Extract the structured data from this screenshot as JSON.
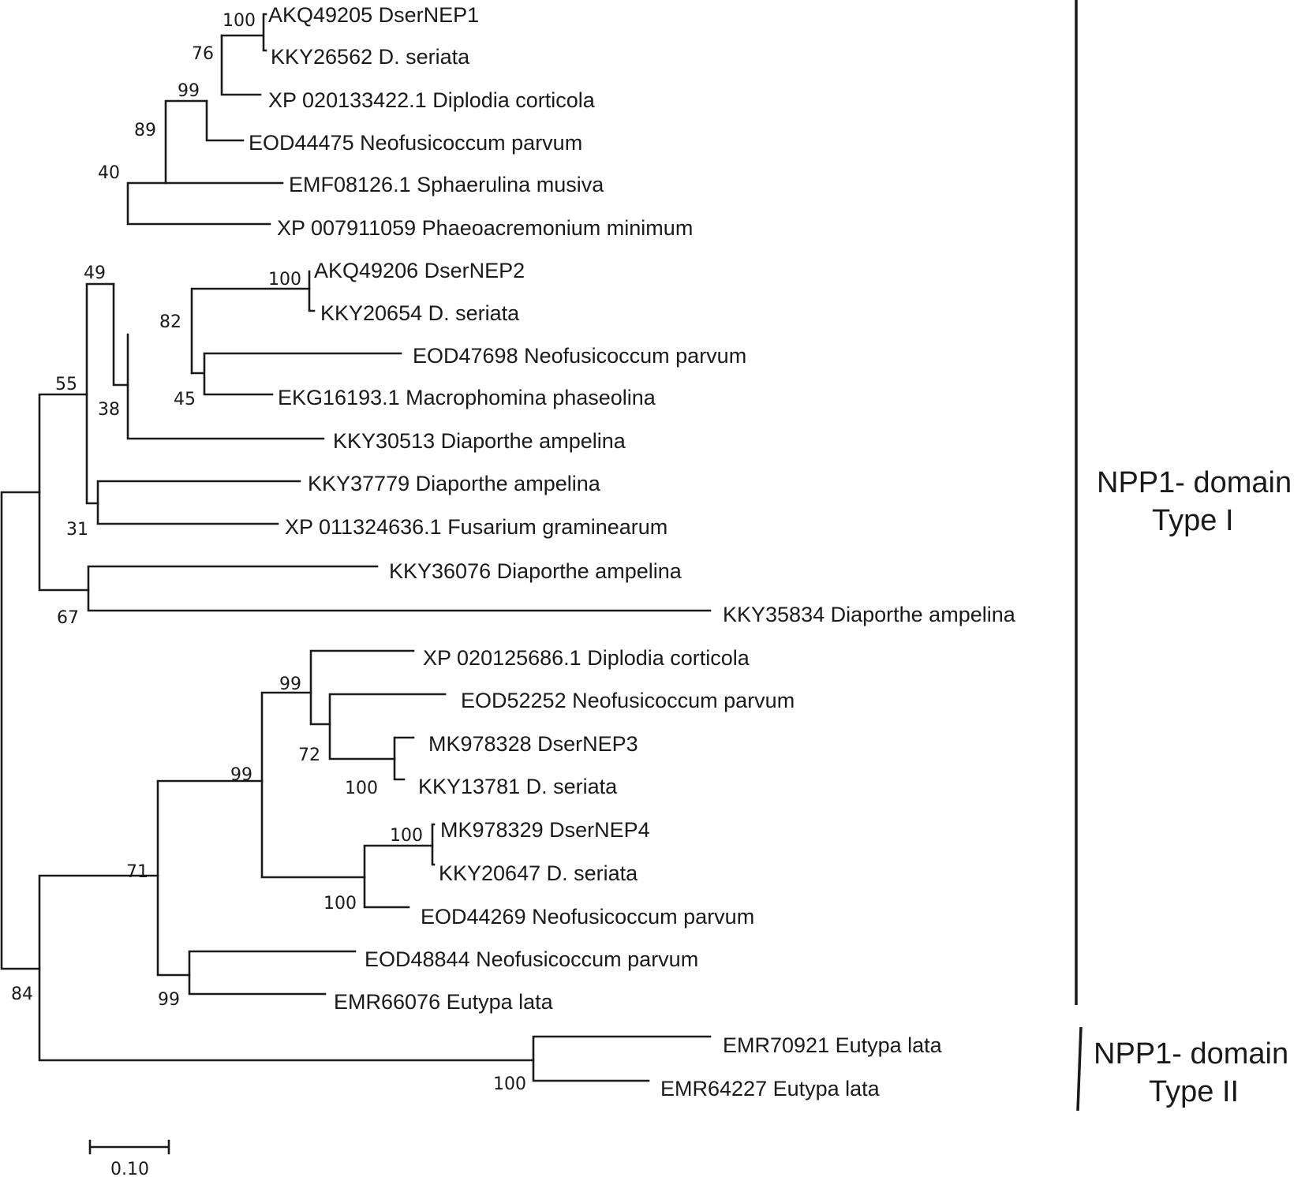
{
  "tree": {
    "taxa": [
      "AKQ49205 DserNEP1",
      "KKY26562 D. seriata",
      "XP 020133422.1 Diplodia corticola",
      "EOD44475 Neofusicoccum parvum",
      "EMF08126.1 Sphaerulina musiva",
      "XP 007911059 Phaeoacremonium minimum",
      "AKQ49206 DserNEP2",
      "KKY20654 D. seriata",
      "EOD47698 Neofusicoccum parvum",
      "EKG16193.1 Macrophomina phaseolina",
      "KKY30513 Diaporthe ampelina",
      "KKY37779 Diaporthe ampelina",
      "XP 011324636.1 Fusarium graminearum",
      "KKY36076 Diaporthe ampelina",
      "KKY35834 Diaporthe ampelina",
      "XP 020125686.1 Diplodia corticola",
      "EOD52252 Neofusicoccum parvum",
      "MK978328 DserNEP3",
      "KKY13781 D. seriata",
      "MK978329 DserNEP4",
      "KKY20647 D. seriata",
      "EOD44269 Neofusicoccum parvum",
      "EOD48844 Neofusicoccum parvum",
      "EMR66076 Eutypa lata",
      "EMR70921 Eutypa lata",
      "EMR64227 Eutypa lata"
    ],
    "bootstrap": [
      "100",
      "76",
      "99",
      "89",
      "40",
      "100",
      "82",
      "45",
      "38",
      "49",
      "31",
      "55",
      "67",
      "99",
      "72",
      "100",
      "100",
      "100",
      "99",
      "71",
      "99",
      "84",
      "100"
    ],
    "groups": [
      {
        "line1": "NPP1- domain",
        "line2": "Type I"
      },
      {
        "line1": "NPP1- domain",
        "line2": "Type II"
      }
    ],
    "scale_label": "0.10"
  }
}
